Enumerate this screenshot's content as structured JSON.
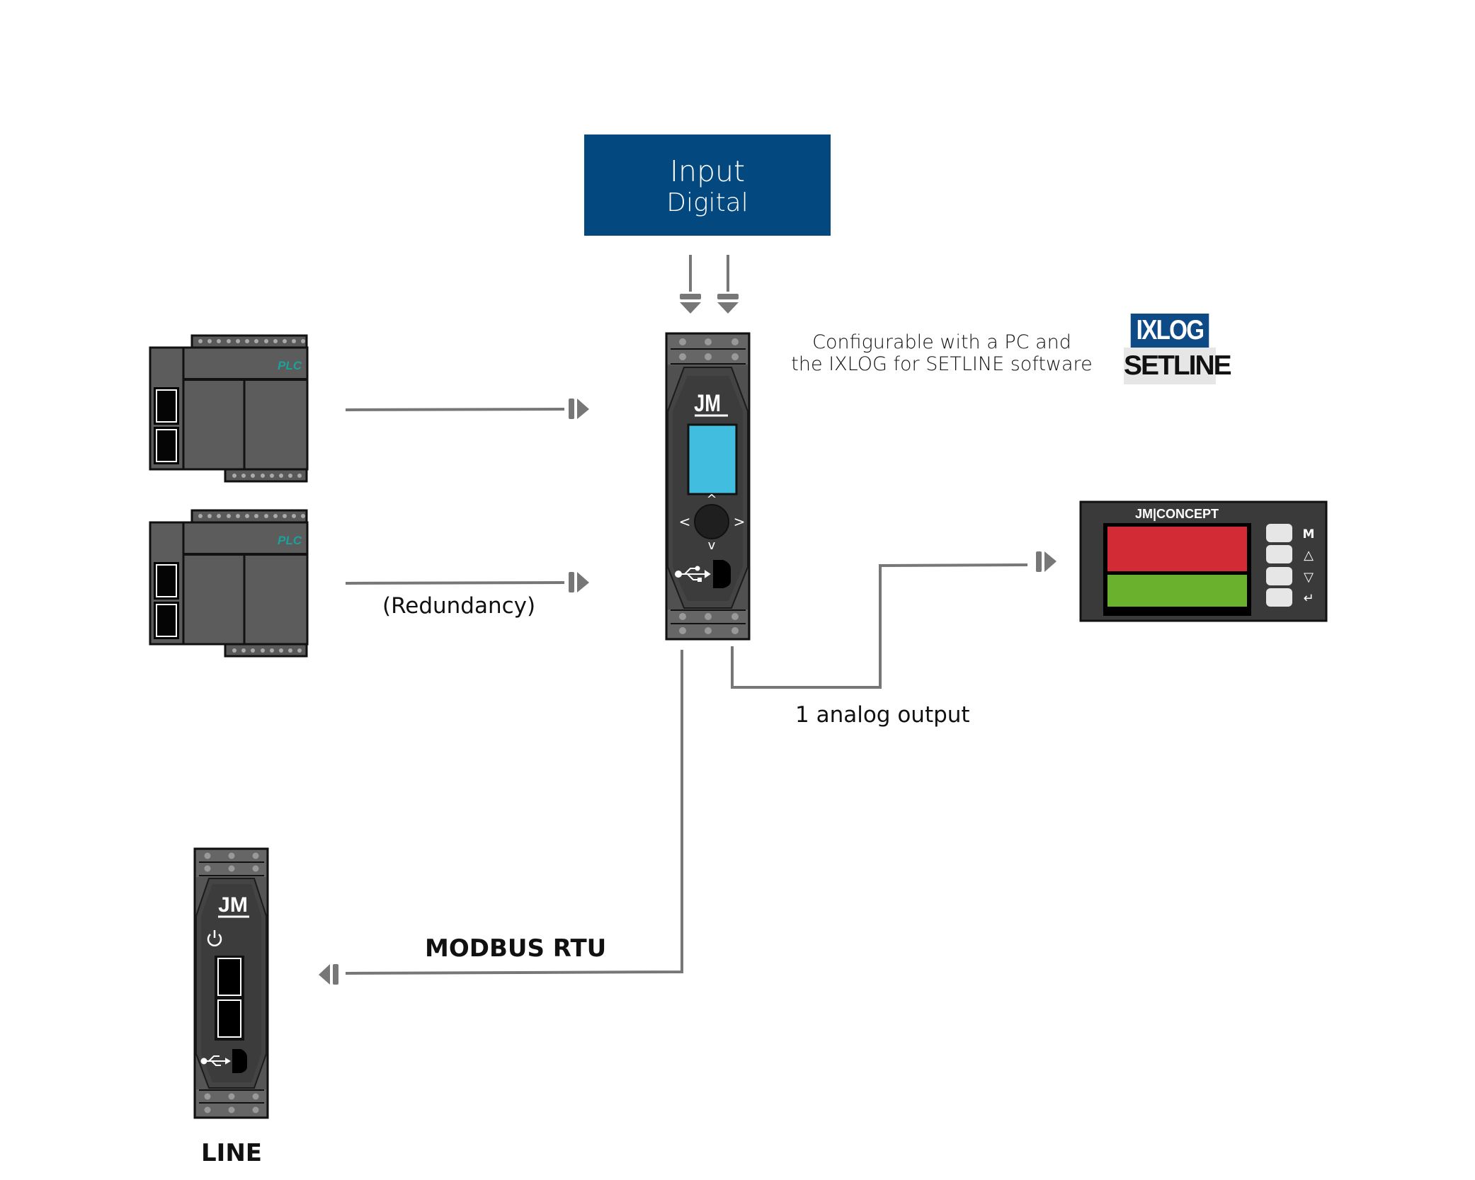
{
  "input_box": {
    "title": "Input",
    "subtitle": "Digital",
    "color": "#03497f"
  },
  "config_note": {
    "line1": "Configurable with a PC and",
    "line2": "the IXLOG for SETLINE software"
  },
  "software_logo": {
    "top": "IXLOG",
    "bottom": "SETLINE",
    "top_color": "#0e4a86"
  },
  "plcs": [
    {
      "label": "PLC"
    },
    {
      "label": "PLC"
    }
  ],
  "plc_label_color": "#1aa39a",
  "redundancy_label": "(Redundancy)",
  "main_device": {
    "brand": "JM",
    "screen_color": "#41bde0",
    "nav": {
      "up": "^",
      "down": "v",
      "left": "<",
      "right": ">"
    }
  },
  "panel_meter": {
    "brand": "JM|CONCEPT",
    "display_top_color": "#d22b36",
    "display_bottom_color": "#6ab22e",
    "buttons": [
      "M",
      "△",
      "▽",
      "↵"
    ]
  },
  "analog_output_label": "1 analog output",
  "modbus_label": "MODBUS RTU",
  "line_device": {
    "brand": "JM",
    "label": "LINE"
  },
  "wire_color": "#777777"
}
